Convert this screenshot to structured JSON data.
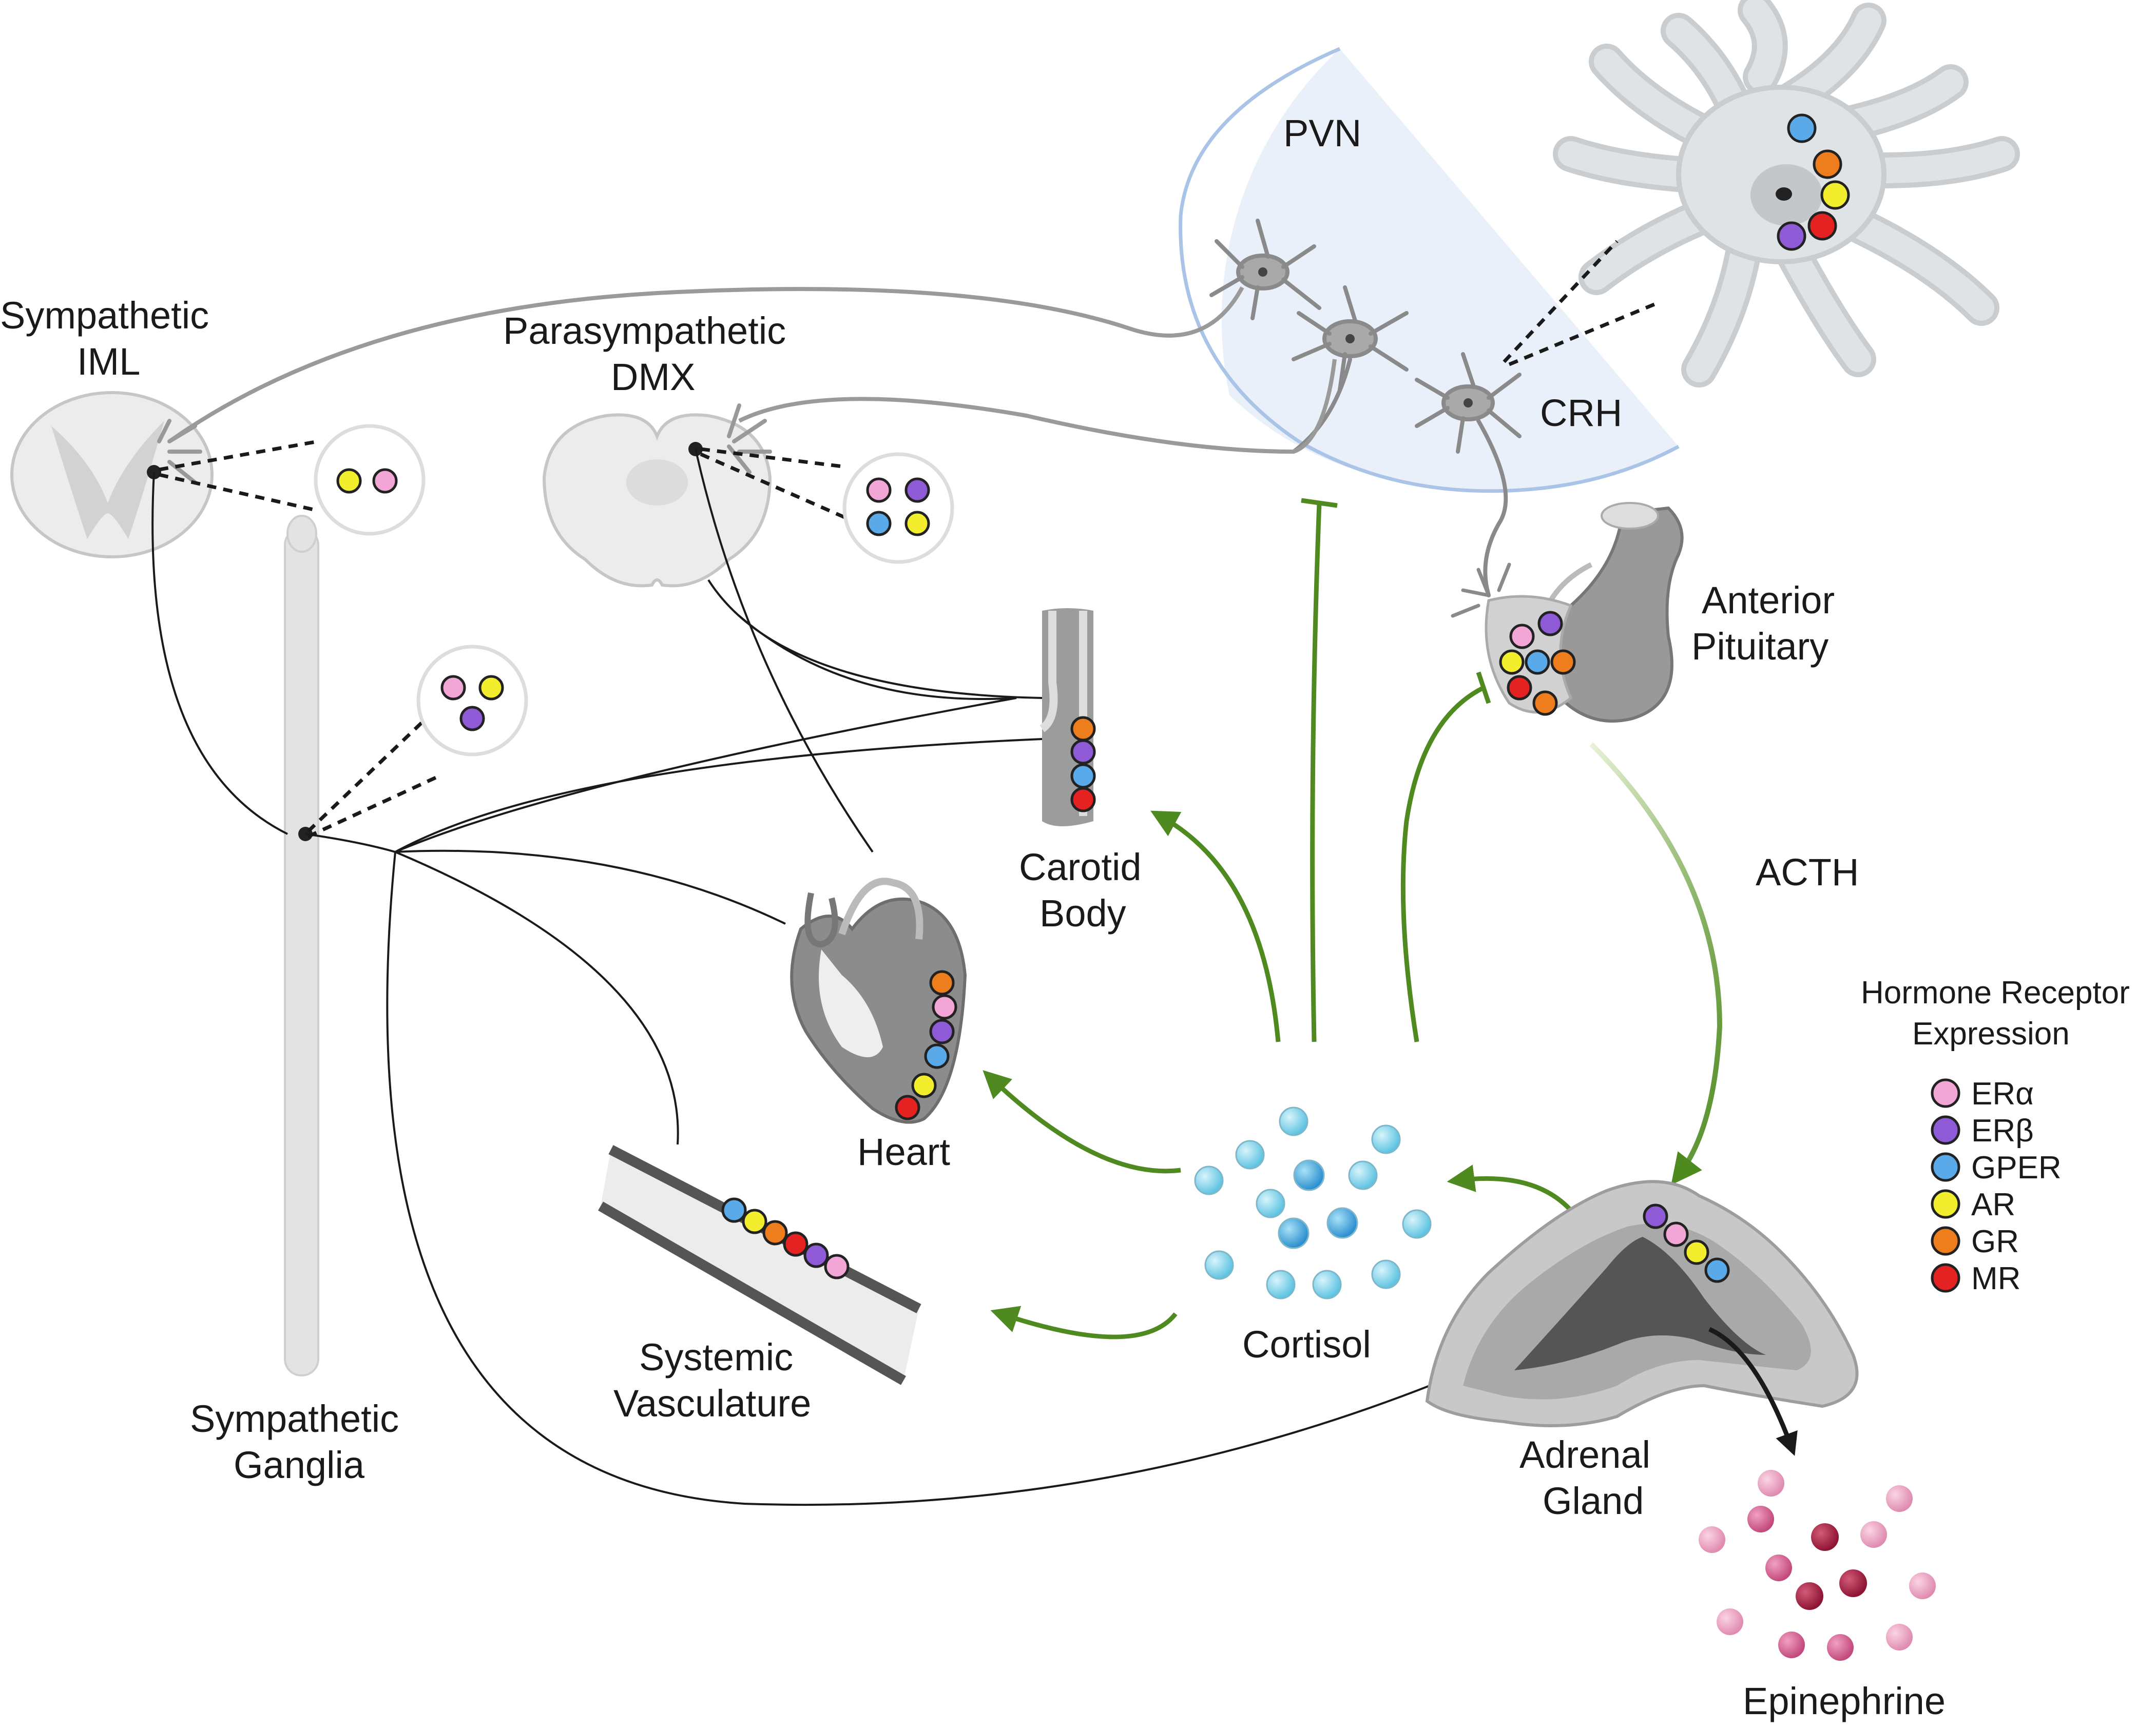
{
  "labels": {
    "sympathetic_iml": [
      "Sympathetic",
      "IML"
    ],
    "parasympathetic_dmx": [
      "Parasympathetic",
      "DMX"
    ],
    "pvn": "PVN",
    "crh": "CRH",
    "anterior_pituitary": [
      "Anterior",
      "Pituitary"
    ],
    "acth": "ACTH",
    "carotid_body": [
      "Carotid",
      "Body"
    ],
    "heart": "Heart",
    "systemic_vasculature": [
      "Systemic",
      "Vasculature"
    ],
    "cortisol": "Cortisol",
    "adrenal_gland": [
      "Adrenal",
      "Gland"
    ],
    "epinephrine": "Epinephrine",
    "sympathetic_ganglia": [
      "Sympathetic",
      "Ganglia"
    ]
  },
  "legend": {
    "title": [
      "Hormone Receptor",
      "Expression"
    ],
    "items": [
      {
        "key": "era",
        "label": "ERα",
        "color": "#f2a6d6"
      },
      {
        "key": "erb",
        "label": "ERβ",
        "color": "#8f5ad6"
      },
      {
        "key": "gper",
        "label": "GPER",
        "color": "#5aa9e8"
      },
      {
        "key": "ar",
        "label": "AR",
        "color": "#f2ee2e"
      },
      {
        "key": "gr",
        "label": "GR",
        "color": "#ee7d1e"
      },
      {
        "key": "mr",
        "label": "MR",
        "color": "#e52222"
      }
    ]
  },
  "colors": {
    "pvn_fill": "#e9f0f9",
    "pvn_border": "#a9c4e6",
    "pvn_text": "#2f61b5",
    "arrow_green": "#4e8a1f",
    "tissue_gray": "#c8c8c8",
    "cortisol_blue": "#7fd3ea",
    "epinephrine_pink": "#d66a94"
  }
}
